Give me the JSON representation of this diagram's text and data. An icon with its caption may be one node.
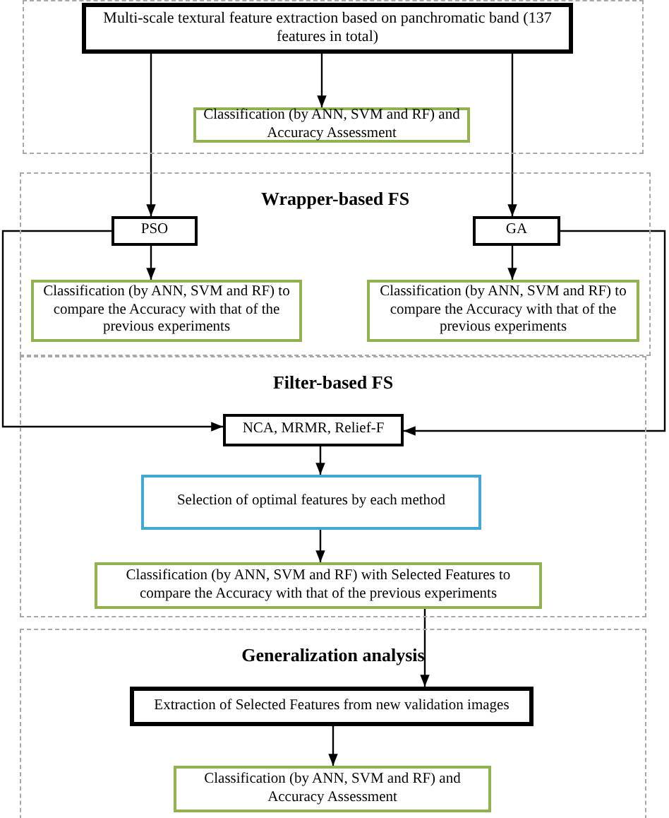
{
  "diagram": {
    "nodes": [
      {
        "text": [],
        "shape": "box"
      },
      {
        "text": [
          "Multi-scale textural feature extraction based on panchromatic band (137 features in total)"
        ],
        "in": 0
      },
      {
        "text": [
          "Classification (by ANN, SVM and RF) and Accuracy Assessment"
        ],
        "in": 0
      },
      {
        "text": [
          "Wrapper-based FS"
        ]
      },
      {
        "text": [
          "PSO"
        ],
        "in": 3
      },
      {
        "text": [
          "GA"
        ],
        "in": 3
      },
      {
        "text": [
          "Classification (by ANN, SVM and RF) to compare the Accuracy with that of the previous experiments"
        ],
        "in": 3
      },
      {
        "text": [
          "Classification (by ANN, SVM and RF) to compare the Accuracy with that of the previous experiments"
        ],
        "in": 3
      },
      {
        "text": [
          "Filter-based FS"
        ]
      },
      {
        "text": [
          "NCA, MRMR, Relief-F"
        ],
        "in": 8
      },
      {
        "text": [
          "Selection of optimal features by each method"
        ],
        "in": 8
      },
      {
        "text": [
          "Classification (by ANN, SVM and RF) with Selected Features to compare the Accuracy with that of the previous experiments"
        ],
        "in": 8
      },
      {
        "text": [
          "Generalization analysis"
        ]
      },
      {
        "text": [
          "Extraction of Selected Features from new validation images"
        ],
        "in": 12
      },
      {
        "text": [
          "Classification (by ANN, SVM and RF) and Accuracy Assessment"
        ],
        "in": 12
      }
    ],
    "edges": [
      {
        "from": 1,
        "to": 2,
        "arrow": "to"
      },
      {
        "from": 1,
        "to": 4,
        "arrow": "to"
      },
      {
        "from": 1,
        "to": 5,
        "arrow": "to"
      },
      {
        "from": 4,
        "to": 6,
        "arrow": "to"
      },
      {
        "from": 5,
        "to": 7,
        "arrow": "to"
      },
      {
        "from": 4,
        "to": 9,
        "arrow": "to"
      },
      {
        "from": 5,
        "to": 9,
        "arrow": "to"
      },
      {
        "from": 9,
        "to": 10,
        "arrow": "to"
      },
      {
        "from": 10,
        "to": 11,
        "arrow": "to"
      },
      {
        "from": 11,
        "to": 13,
        "arrow": "to"
      },
      {
        "from": 13,
        "to": 14,
        "arrow": "to"
      }
    ]
  }
}
